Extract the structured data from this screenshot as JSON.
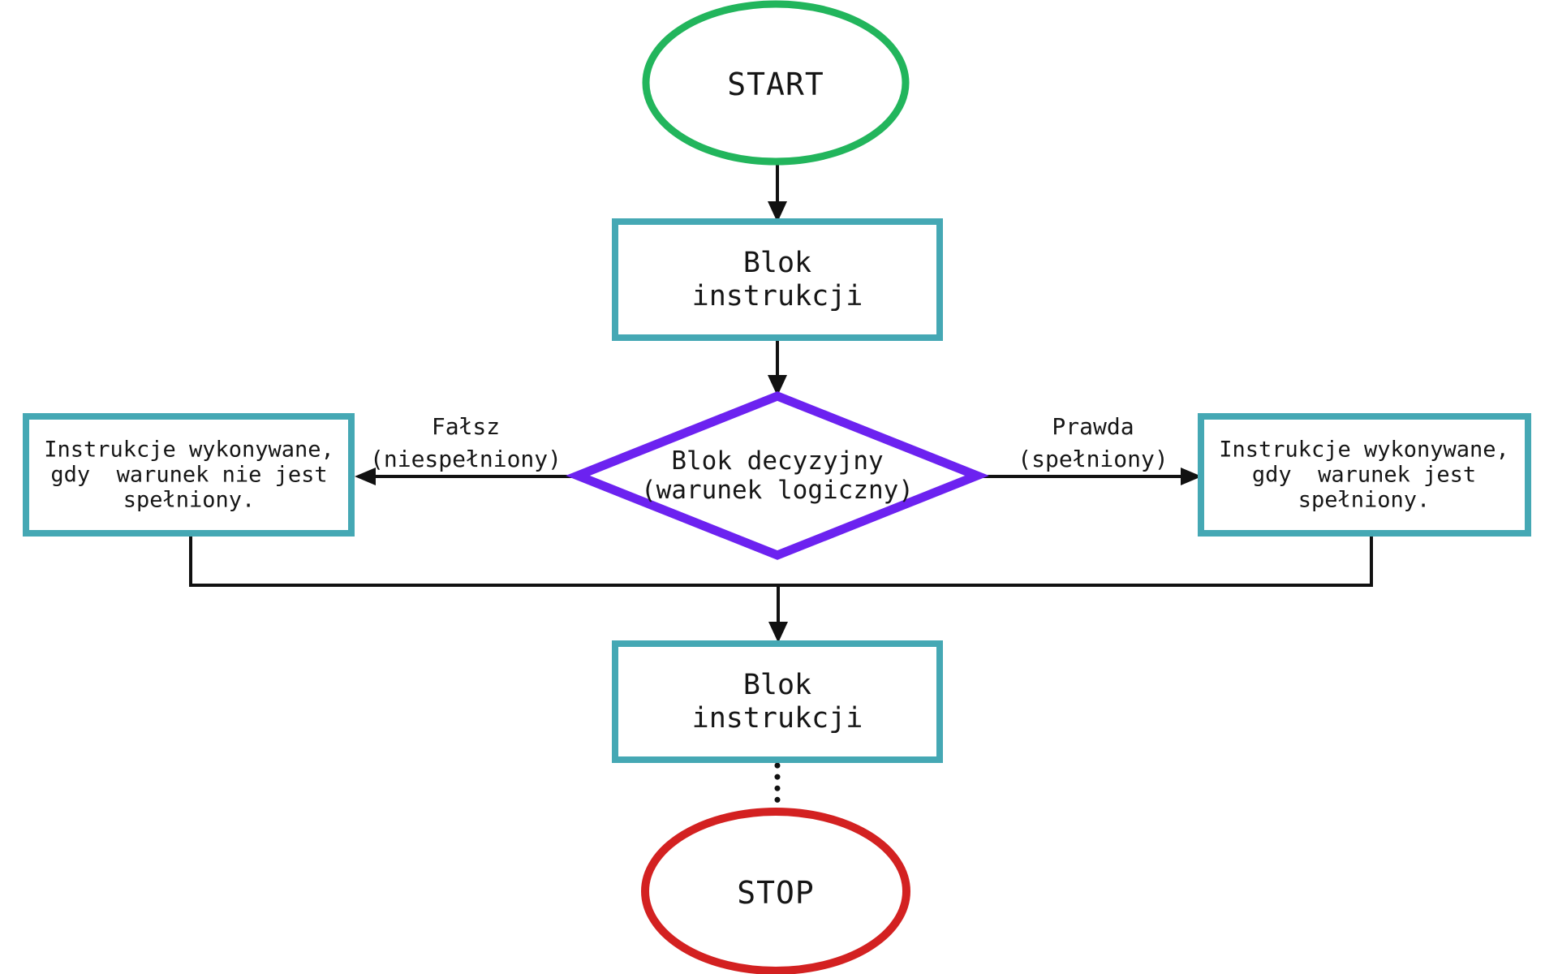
{
  "diagram_type": "flowchart",
  "colors": {
    "start_outline": "#22b55c",
    "process_outline": "#45a8b4",
    "decision_outline": "#6c22f0",
    "stop_outline": "#d32121",
    "connector": "#111111",
    "text": "#161616"
  },
  "nodes": {
    "start": {
      "label": "START",
      "shape": "ellipse"
    },
    "block1": {
      "label": "Blok\ninstrukcji",
      "shape": "rectangle"
    },
    "decision": {
      "label": "Blok decyzyjny\n(warunek logiczny)",
      "shape": "diamond"
    },
    "left_box": {
      "label": "Instrukcje wykonywane,\ngdy  warunek nie jest\nspełniony.",
      "shape": "rectangle"
    },
    "right_box": {
      "label": "Instrukcje wykonywane,\ngdy  warunek jest\nspełniony.",
      "shape": "rectangle"
    },
    "block2": {
      "label": "Blok\ninstrukcji",
      "shape": "rectangle"
    },
    "stop": {
      "label": "STOP",
      "shape": "ellipse"
    }
  },
  "edge_labels": {
    "false_branch": "Fałsz\n(niespełniony)",
    "true_branch": "Prawda\n(spełniony)"
  }
}
